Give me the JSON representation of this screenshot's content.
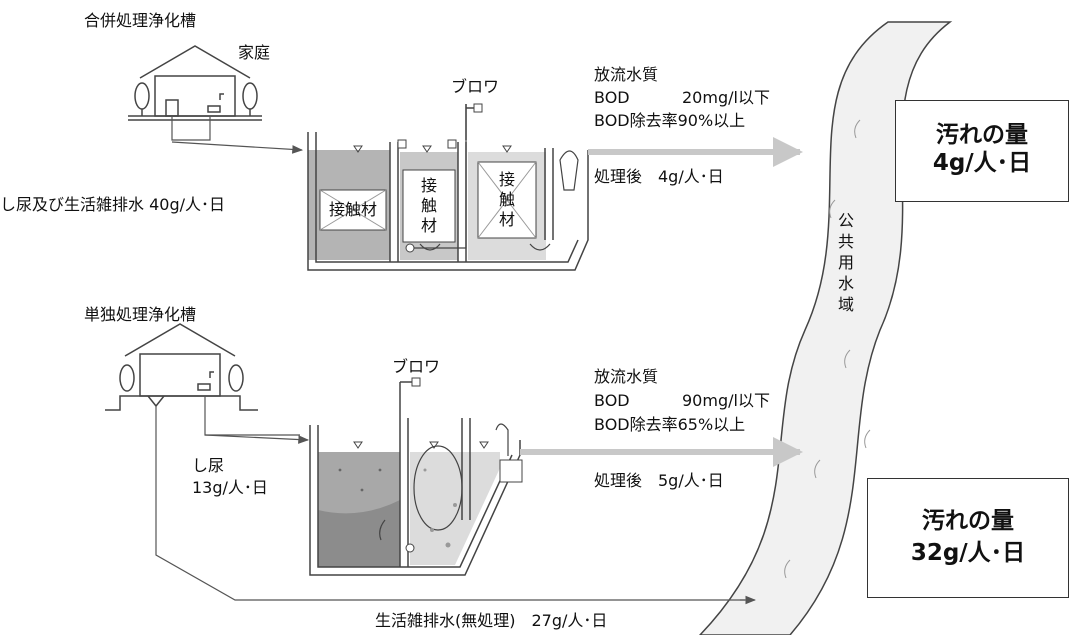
{
  "top": {
    "title": "合併処理浄化槽",
    "house_label": "家庭",
    "inflow_label": "し尿及び生活雑排水 40g/人･日",
    "blower_label": "ブロワ",
    "media_labels": [
      "接触材",
      "接\n触\n材",
      "接\n触\n材"
    ],
    "discharge": {
      "heading": "放流水質",
      "bod_name": "BOD",
      "bod_value": "20mg/l以下",
      "removal": "BOD除去率90%以上",
      "after": "処理後　4g/人･日"
    },
    "pollution": "汚れの量\n4g/人･日"
  },
  "bottom": {
    "title": "単独処理浄化槽",
    "inflow_label": "し尿\n13g/人･日",
    "blower_label": "ブロワ",
    "discharge": {
      "heading": "放流水質",
      "bod_name": "BOD",
      "bod_value": "90mg/l以下",
      "removal": "BOD除去率65%以上",
      "after": "処理後　5g/人･日"
    },
    "untreated_label": "生活雑排水(無処理)　27g/人･日",
    "pollution": "汚れの量\n32g/人･日"
  },
  "river_label": "公共用水域",
  "colors": {
    "line": "#444444",
    "arrow": "#c8c8c8",
    "tank_dark": "#8c8c8c",
    "tank_mid": "#b4b4b4",
    "tank_light": "#dcdcdc"
  }
}
